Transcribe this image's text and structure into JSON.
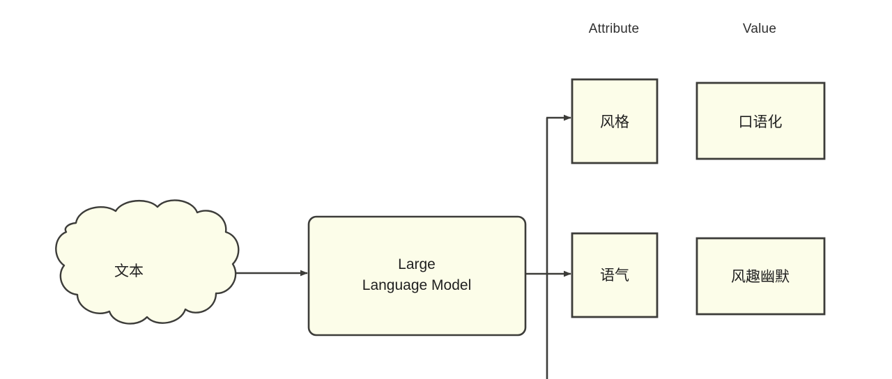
{
  "colors": {
    "canvas": "#ffffff",
    "node_fill": "#fcfde9",
    "node_stroke": "#3c3c39",
    "connector": "#3c3c39",
    "header_text": "#2f2f2f",
    "node_text": "#1f1f1f"
  },
  "headers": {
    "attribute": "Attribute",
    "value": "Value"
  },
  "nodes": {
    "source_cloud": {
      "label": "文本",
      "shape": "cloud"
    },
    "model": {
      "label_line_1": "Large",
      "label_line_2": "Language Model",
      "shape": "rounded-rectangle"
    }
  },
  "rows": [
    {
      "attribute": "风格",
      "value": "口语化"
    },
    {
      "attribute": "语气",
      "value": "风趣幽默"
    }
  ],
  "connectors": [
    {
      "name": "cloud-to-model",
      "from": "source_cloud",
      "to": "model",
      "arrow": true
    },
    {
      "name": "model-to-attribute-0",
      "from": "model",
      "to": "attribute-0",
      "arrow": true
    },
    {
      "name": "model-to-attribute-1",
      "from": "model",
      "to": "attribute-1",
      "arrow": true
    },
    {
      "name": "model-trunk-down",
      "from": "model",
      "to": "offscreen-below",
      "arrow": false
    }
  ]
}
